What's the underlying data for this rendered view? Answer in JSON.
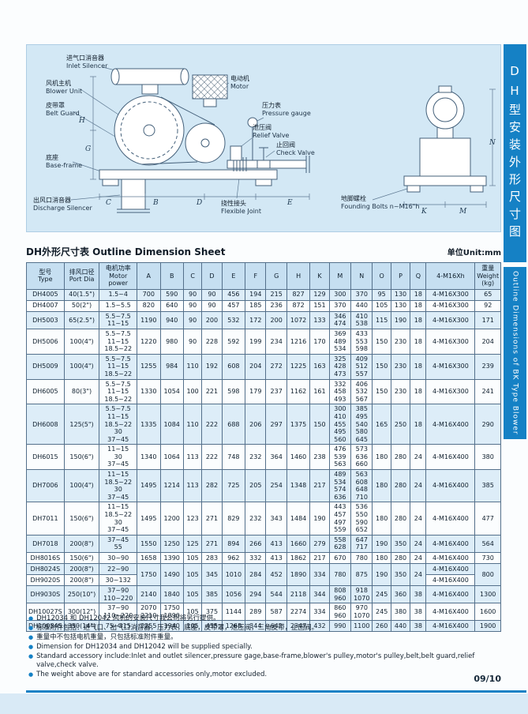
{
  "sidebar": {
    "title": "DH型安装外形尺寸图",
    "subtitle": "Outline Dimensions of BK Type Blower"
  },
  "diagram": {
    "labels": [
      {
        "zh": "进气口消音器",
        "en": "Inlet Silencer"
      },
      {
        "zh": "风机主机",
        "en": "Blower Unit"
      },
      {
        "zh": "皮带罩",
        "en": "Belt Guard"
      },
      {
        "zh": "电动机",
        "en": "Motor"
      },
      {
        "zh": "压力表",
        "en": "Pressure gauge"
      },
      {
        "zh": "泄压阀",
        "en": "Relief Valve"
      },
      {
        "zh": "止回阀",
        "en": "Check Valve"
      },
      {
        "zh": "底座",
        "en": "Base-frame"
      },
      {
        "zh": "出风口消音器",
        "en": "Discharge Silencer"
      },
      {
        "zh": "挠性接头",
        "en": "Flexible Joint"
      },
      {
        "zh": "地脚螺栓",
        "en": "Founding Bolts n~M16\"h"
      }
    ],
    "dims": [
      "C",
      "B",
      "D",
      "E",
      "G",
      "H",
      "K",
      "M",
      "N"
    ]
  },
  "section": {
    "title": "DH外形尺寸表 Outline Dimension Sheet",
    "unit": "单位Unit:mm"
  },
  "table": {
    "headers": [
      "型号\nType",
      "排风口径\nPort Dia",
      "电机功率\nMotor power",
      "A",
      "B",
      "C",
      "D",
      "E",
      "F",
      "G",
      "H",
      "K",
      "M",
      "N",
      "O",
      "P",
      "Q",
      "4-M16Xh",
      "重量\nWeight\n(kg)"
    ],
    "rows": [
      {
        "type": "DH4005",
        "port": "40(1.5\")",
        "power": "1.5~4",
        "dims": [
          "700",
          "590",
          "90",
          "90",
          "456",
          "194",
          "215",
          "827",
          "129",
          "300",
          "370",
          "95",
          "130",
          "18"
        ],
        "bolt": "4-M16X300",
        "weight": "65"
      },
      {
        "type": "DH4007",
        "port": "50(2\")",
        "power": "1.5~5.5",
        "dims": [
          "820",
          "640",
          "90",
          "90",
          "457",
          "185",
          "236",
          "872",
          "151",
          "370",
          "440",
          "105",
          "130",
          "18"
        ],
        "bolt": "4-M16X300",
        "weight": "92"
      },
      {
        "type": "DH5003",
        "port": "65(2.5\")",
        "power": "5.5~7.5\n11~15",
        "dims": [
          "1190",
          "940",
          "90",
          "200",
          "532",
          "172",
          "200",
          "1072",
          "133",
          "346\n474",
          "410\n538",
          "115",
          "190",
          "18"
        ],
        "bolt": "4-M16X300",
        "weight": "171"
      },
      {
        "type": "DH5006",
        "port": "100(4\")",
        "power": "5.5~7.5\n11~15\n18.5~22",
        "dims": [
          "1220",
          "980",
          "90",
          "228",
          "592",
          "199",
          "234",
          "1216",
          "170",
          "369\n489\n534",
          "433\n553\n598",
          "150",
          "230",
          "18"
        ],
        "bolt": "4-M16X300",
        "weight": "204"
      },
      {
        "type": "DH5009",
        "port": "100(4\")",
        "power": "5.5~7.5\n11~15\n18.5~22",
        "dims": [
          "1255",
          "984",
          "110",
          "192",
          "608",
          "204",
          "272",
          "1225",
          "163",
          "325\n428\n473",
          "409\n512\n557",
          "150",
          "230",
          "18"
        ],
        "bolt": "4-M16X300",
        "weight": "239"
      },
      {
        "type": "DH6005",
        "port": "80(3\")",
        "power": "5.5~7.5\n11~15\n18.5~22",
        "dims": [
          "1330",
          "1054",
          "100",
          "221",
          "598",
          "179",
          "237",
          "1162",
          "161",
          "332\n458\n493",
          "406\n532\n567",
          "150",
          "230",
          "18"
        ],
        "bolt": "4-M16X300",
        "weight": "241"
      },
      {
        "type": "DH6008",
        "port": "125(5\")",
        "power": "5.5~7.5\n11~15\n18.5~22\n30\n37~45",
        "dims": [
          "1335",
          "1084",
          "110",
          "222",
          "688",
          "206",
          "297",
          "1375",
          "150",
          "300\n410\n455\n495\n560",
          "385\n495\n540\n580\n645",
          "165",
          "250",
          "18"
        ],
        "bolt": "4-M16X400",
        "weight": "290"
      },
      {
        "type": "DH6015",
        "port": "150(6\")",
        "power": "11~15\n30\n37~45",
        "dims": [
          "1340",
          "1064",
          "113",
          "222",
          "748",
          "232",
          "364",
          "1460",
          "238",
          "476\n539\n563",
          "573\n636\n660",
          "180",
          "280",
          "24"
        ],
        "bolt": "4-M16X400",
        "weight": "380"
      },
      {
        "type": "DH7006",
        "port": "100(4\")",
        "power": "11~15\n18.5~22\n30\n37~45",
        "dims": [
          "1495",
          "1214",
          "113",
          "282",
          "725",
          "205",
          "254",
          "1348",
          "217",
          "489\n534\n574\n636",
          "563\n608\n648\n710",
          "180",
          "280",
          "24"
        ],
        "bolt": "4-M16X400",
        "weight": "385"
      },
      {
        "type": "DH7011",
        "port": "150(6\")",
        "power": "11~15\n18.5~22\n30\n37~45",
        "dims": [
          "1495",
          "1200",
          "123",
          "271",
          "829",
          "232",
          "343",
          "1484",
          "190",
          "443\n457\n497\n559",
          "536\n550\n590\n652",
          "180",
          "280",
          "24"
        ],
        "bolt": "4-M16X400",
        "weight": "477"
      },
      {
        "type": "DH7018",
        "port": "200(8\")",
        "power": "37~45\n55",
        "dims": [
          "1550",
          "1250",
          "125",
          "271",
          "894",
          "266",
          "413",
          "1660",
          "279",
          "558\n628",
          "647\n717",
          "190",
          "350",
          "24"
        ],
        "bolt": "4-M16X400",
        "weight": "564"
      },
      {
        "type": "DH8016S",
        "port": "150(6\")",
        "power": "30~90",
        "dims": [
          "1658",
          "1390",
          "105",
          "283",
          "962",
          "332",
          "413",
          "1862",
          "217",
          "670",
          "780",
          "180",
          "280",
          "24"
        ],
        "bolt": "4-M16X400",
        "weight": "730"
      },
      {
        "type": "DH8024S",
        "port": "200(8\")",
        "power": "22~90",
        "dims": [
          "1750",
          "1490",
          "105",
          "345",
          "1010",
          "284",
          "452",
          "1890",
          "334",
          "780",
          "875",
          "190",
          "350",
          "24"
        ],
        "dims_rowspan": 2,
        "bolt": "4-M16X400",
        "weight": "800",
        "weight_rowspan": 2
      },
      {
        "type": "DH9020S",
        "port": "200(8\")",
        "power": "30~132",
        "dims": null,
        "bolt": "4-M16X400",
        "weight": null
      },
      {
        "type": "DH9030S",
        "port": "250(10\")",
        "power": "37~90\n110~220",
        "dims": [
          "2140",
          "1840",
          "105",
          "385",
          "1056",
          "294",
          "544",
          "2118",
          "344",
          "808\n960",
          "918\n1070",
          "245",
          "360",
          "38"
        ],
        "bolt": "4-M16X400",
        "weight": "1300"
      },
      {
        "type": "DH10027S",
        "port": "300(12\")",
        "power": "37~90\n110~220",
        "dims": [
          "2070\n2210",
          "1750\n1890",
          "105",
          "375",
          "1144",
          "289",
          "587",
          "2274",
          "334",
          "860\n960",
          "970\n1070",
          "245",
          "380",
          "38"
        ],
        "bolt": "4-M16X400",
        "weight": "1600"
      },
      {
        "type": "DH10034S",
        "port": "350(14\")",
        "power": "75~315",
        "dims": [
          "2255",
          "1940",
          "105",
          "455",
          "1268",
          "344",
          "642",
          "2347",
          "432",
          "990",
          "1100",
          "260",
          "440",
          "38"
        ],
        "bolt": "4-M16X400",
        "weight": "1900"
      }
    ]
  },
  "notes": [
    "DH12034 和 DH12042 风机的安装尺寸我公司将另行提供。",
    "标准附件包括：进气口、出气口消音器，压力表，底座，皮带罩，泄压阀，三角皮带，止回阀。",
    "重量中不包括电机重量，只包括标准附件重量。",
    "Dimension for DH12034 and DH12042 will be supplied specially.",
    "Standard accessory include:Inlet and outlet silencer,pressure gage,base-frame,blower's pulley,motor's pulley,belt,belt guard,relief valve,check valve.",
    "The weight above are for standard accessories only,motor excluded."
  ],
  "page_number": "09/10",
  "colors": {
    "accent_blue": "#1581c5",
    "diagram_bg": "#d3e8f5",
    "table_header_bg": "#c6dff1",
    "row_alt_bg": "#ddedf8"
  }
}
